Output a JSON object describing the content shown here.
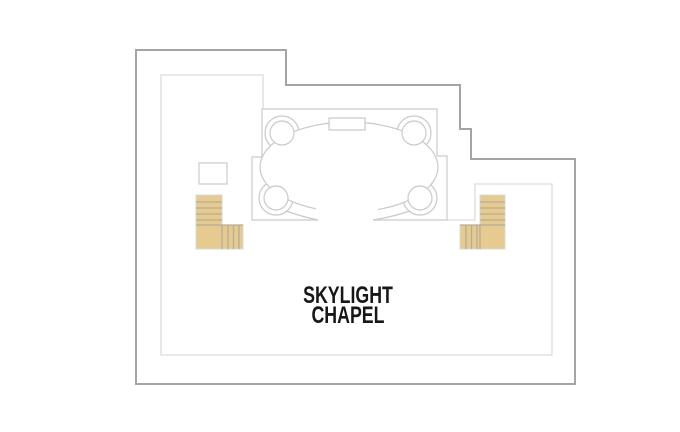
{
  "plan": {
    "name": "skylight-chapel-deck-plan",
    "label": {
      "line1": "SKYLIGHT",
      "line2": "CHAPEL"
    }
  },
  "colors": {
    "background": "#ffffff",
    "outer_outline": "#a4a4a8",
    "walkway_outline": "#dcdcdc",
    "room_outline": "#cbcbcb",
    "ornament_outline": "#c9c9c9",
    "stair_fill": "#e6ca90",
    "stair_tread": "#b5ad97",
    "stair_outline": "#d9d9d9",
    "label_color": "#171717"
  }
}
